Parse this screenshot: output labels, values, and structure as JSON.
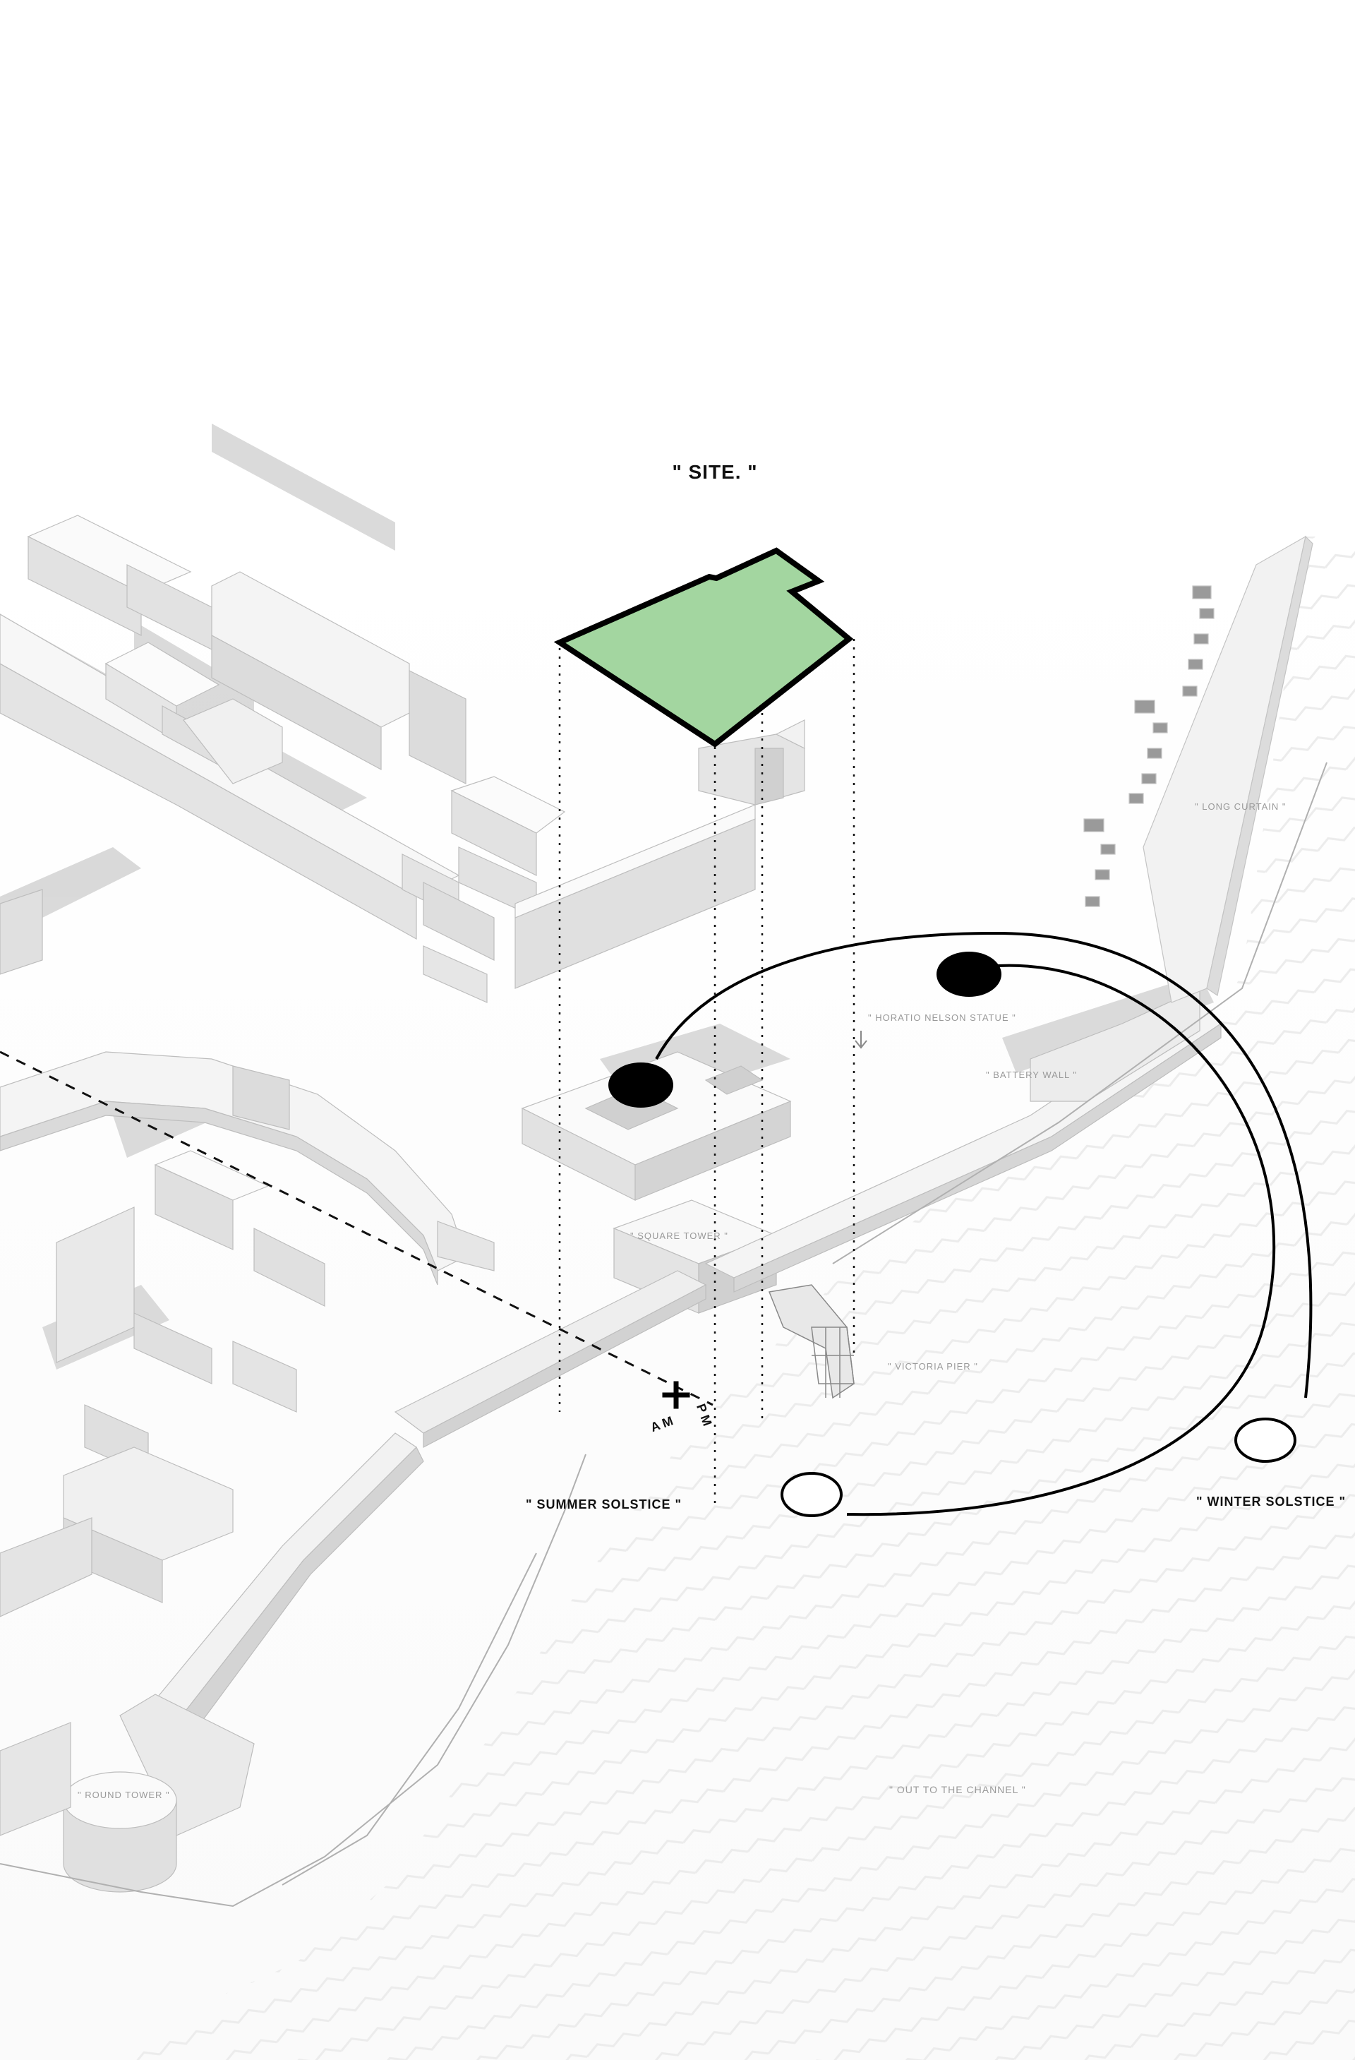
{
  "title": "\" SITE. \"",
  "labels": {
    "long_curtain": "\" LONG CURTAIN \"",
    "horatio_nelson_statue": "\" HORATIO NELSON STATUE \"",
    "battery_wall": "\" BATTERY WALL \"",
    "square_tower": "\" SQUARE TOWER \"",
    "victoria_pier": "\" VICTORIA PIER \"",
    "round_tower": "\" ROUND TOWER \"",
    "out_to_the_channel": "\" OUT TO THE CHANNEL \"",
    "summer_solstice": "\" SUMMER SOLSTICE \"",
    "winter_solstice": "\" WINTER SOLSTICE \""
  },
  "compass": {
    "am": "A M",
    "pm": "P M"
  },
  "colors": {
    "site_fill": "#a3d6a0",
    "ink": "#000000",
    "building_top": "#fbfbfb",
    "building_side": "#e3e3e3",
    "building_dark": "#c9c9c9",
    "shadow": "#d2d2d2",
    "water_pattern": "#ececec",
    "label_grey": "#9a9a9a"
  }
}
